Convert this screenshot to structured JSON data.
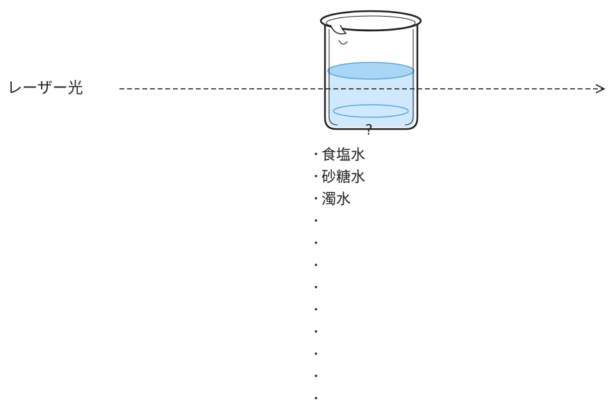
{
  "laser": {
    "label": "レーザー光"
  },
  "beaker": {
    "question": "?"
  },
  "solutions": {
    "bullet": "・",
    "items": [
      {
        "text": "食塩水"
      },
      {
        "text": "砂糖水"
      },
      {
        "text": "濁水"
      },
      {
        "text": ""
      },
      {
        "text": ""
      },
      {
        "text": ""
      },
      {
        "text": ""
      },
      {
        "text": ""
      },
      {
        "text": ""
      },
      {
        "text": ""
      },
      {
        "text": ""
      },
      {
        "text": ""
      }
    ]
  },
  "colors": {
    "liquid_top": "#a9d6f5",
    "liquid_body": "#cfe8fb",
    "liquid_edge": "#5aa8e0",
    "glass_outline": "#222222",
    "laser_line": "#222222"
  },
  "icons": {
    "beaker": "beaker-icon",
    "arrow": "arrow-right-icon"
  }
}
